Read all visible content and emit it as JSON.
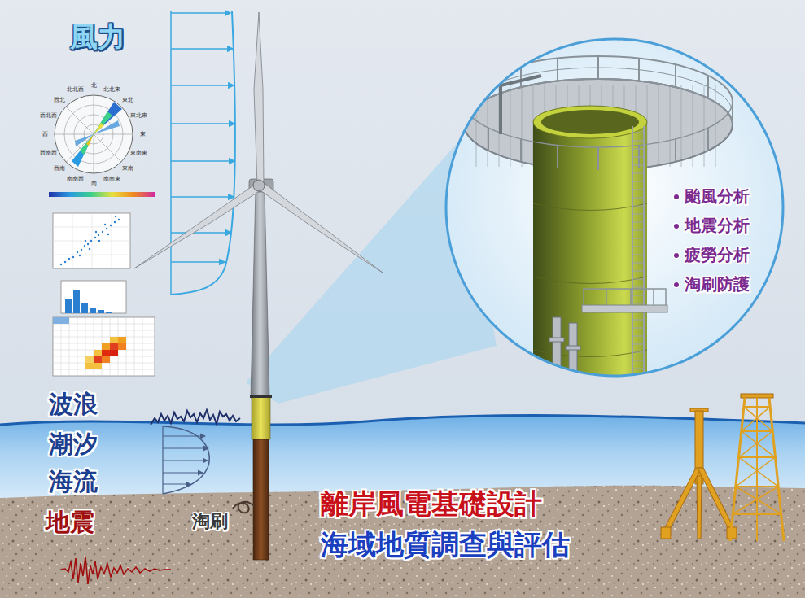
{
  "diagram": {
    "nodes": [
      {
        "text": [
          "颱風分析",
          "地震分析",
          "疲勞分析",
          "淘刷防護"
        ]
      }
    ],
    "labels": [
      "風力",
      "北",
      "北北東",
      "東北",
      "東北東",
      "東",
      "東南東",
      "東南",
      "南南東",
      "南",
      "南南西",
      "西南",
      "西南西",
      "西",
      "西北西",
      "西北",
      "北北西",
      "波浪",
      "潮汐",
      "海流",
      "地震",
      "淘刷",
      "離岸風電基礎設計",
      "海域地質調查與評估"
    ]
  }
}
